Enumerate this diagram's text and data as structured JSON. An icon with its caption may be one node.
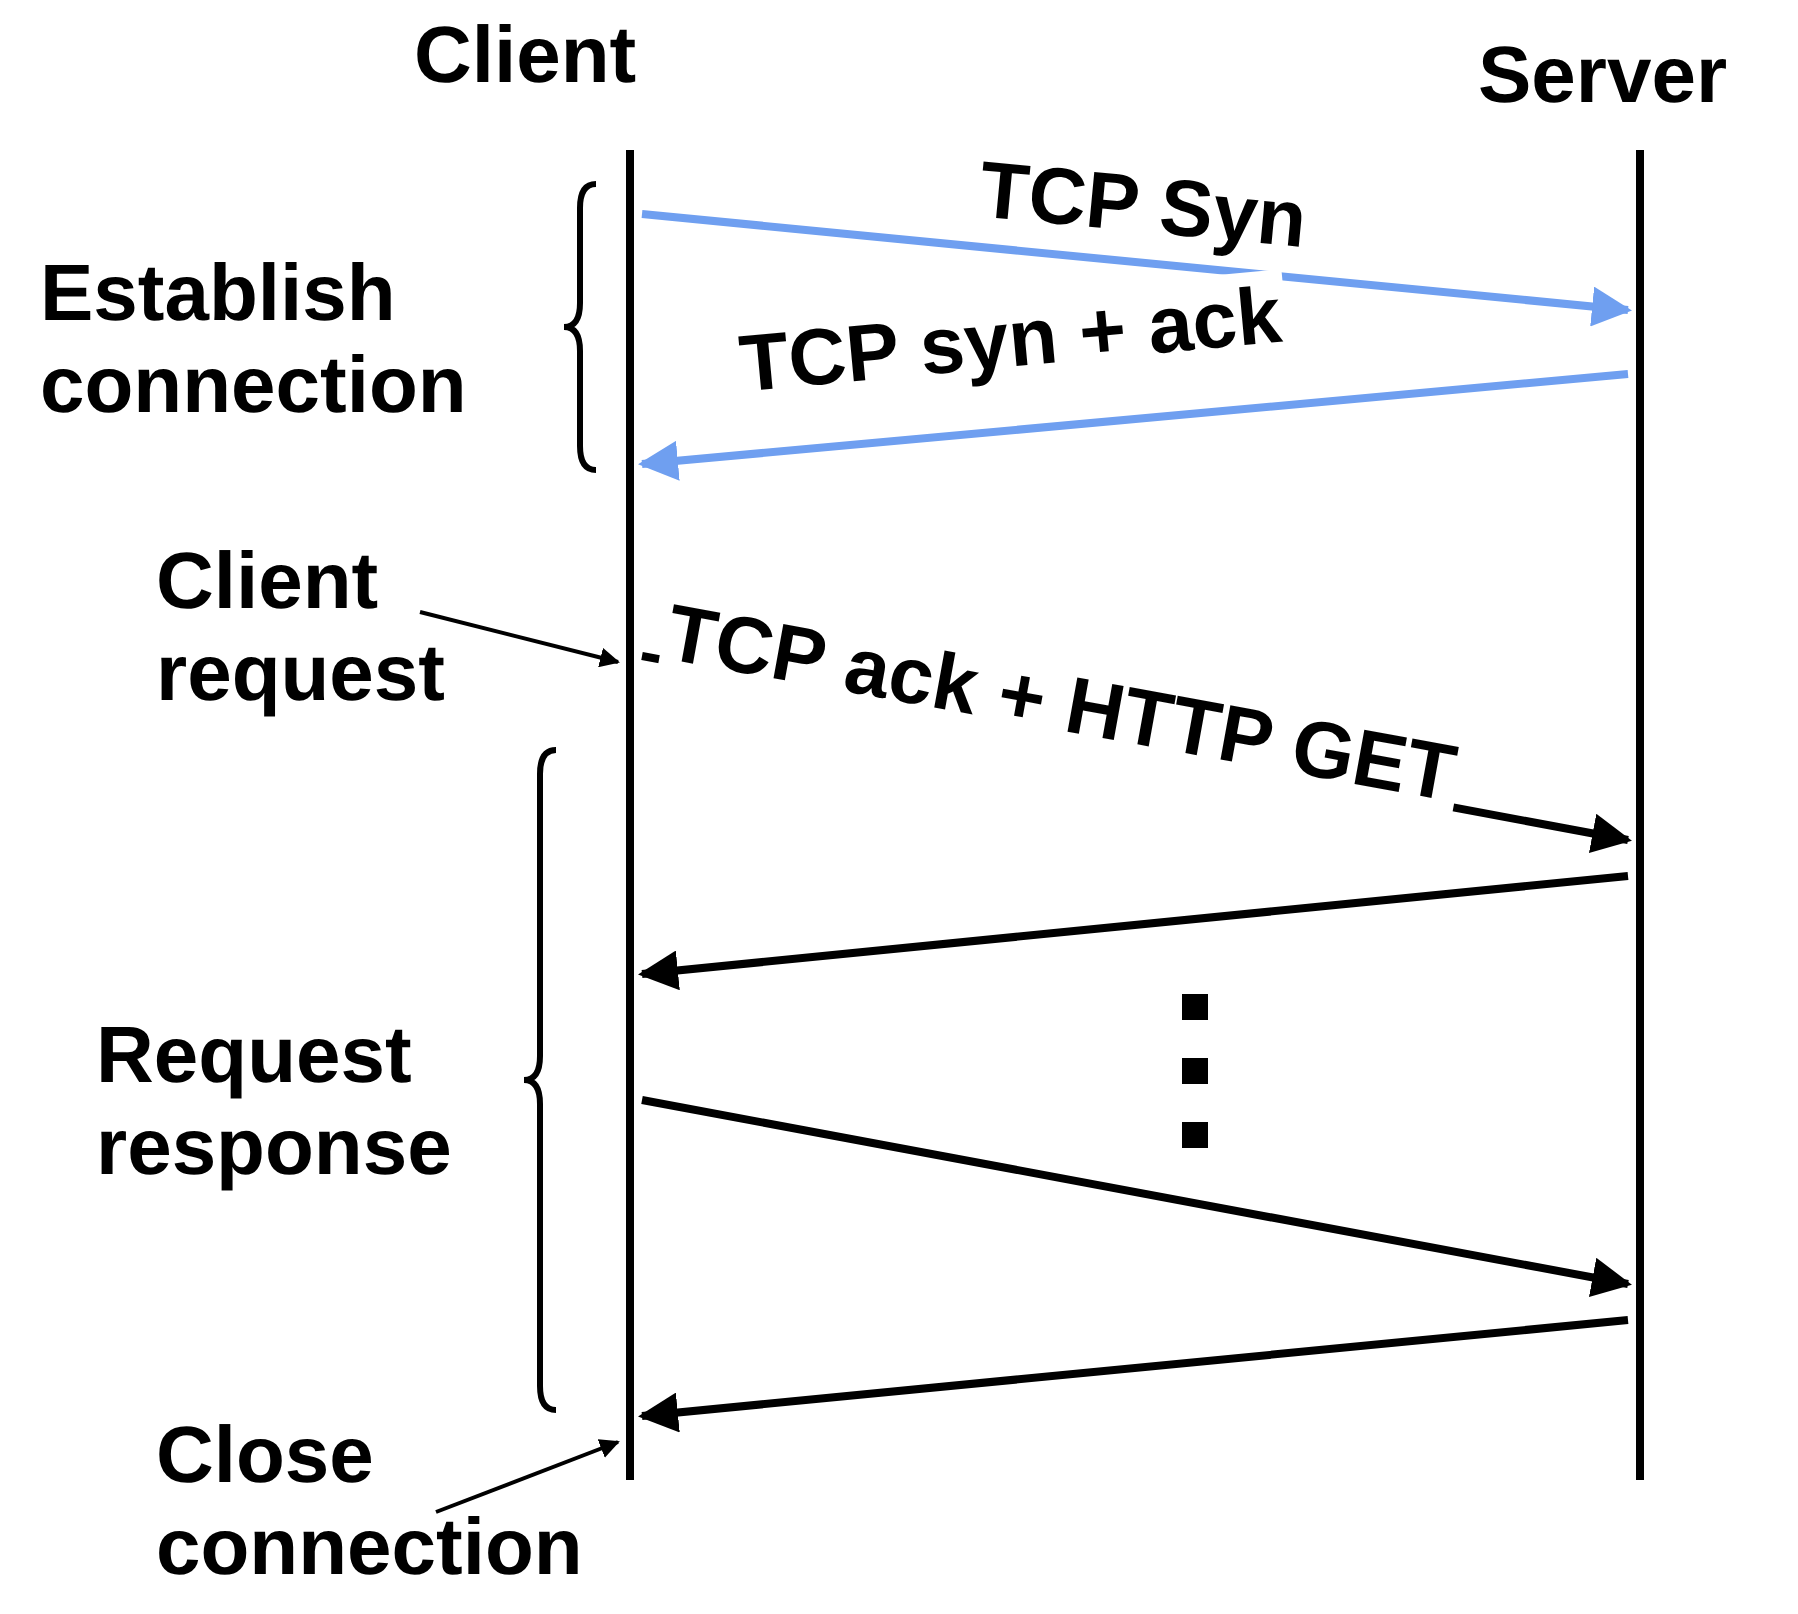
{
  "diagram": {
    "nodes": [
      {
        "text": [
          "Client"
        ]
      },
      {
        "text": [
          "Server"
        ]
      },
      {
        "text": [
          "Client request"
        ]
      },
      {
        "text": [
          "Close connection"
        ]
      }
    ],
    "edges": [
      {
        "from": 0,
        "to": 1,
        "arrow": "to",
        "label": "TCP Syn",
        "color": "#6f9ff0"
      },
      {
        "from": 1,
        "to": 0,
        "arrow": "to",
        "label": "TCP syn + ack",
        "color": "#6f9ff0"
      },
      {
        "from": 0,
        "to": 1,
        "arrow": "to",
        "label": "TCP ack + HTTP GET"
      },
      {
        "from": 1,
        "to": 0,
        "arrow": "to"
      },
      {
        "from": 0,
        "to": 1,
        "arrow": "to"
      },
      {
        "from": 1,
        "to": 0,
        "arrow": "to"
      },
      {
        "from": 2,
        "to": 0,
        "arrow": "to"
      },
      {
        "from": 3,
        "to": 0,
        "arrow": "to"
      }
    ],
    "labels": [
      "Establish connection",
      "Request response"
    ]
  }
}
